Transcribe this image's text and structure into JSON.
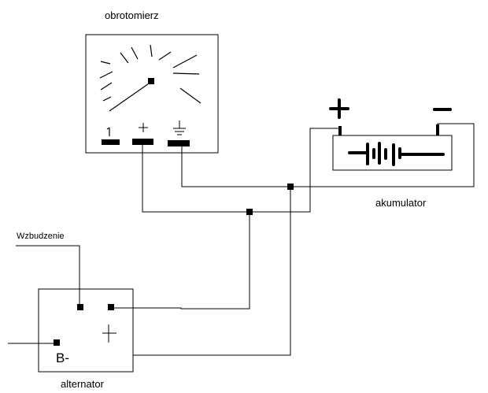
{
  "diagram": {
    "colors": {
      "line": "#000000",
      "background": "#ffffff"
    },
    "tachometer": {
      "title": "obrotomierz",
      "terminals": [
        {
          "symbol": "1",
          "meaning": "signal"
        },
        {
          "symbol": "+",
          "meaning": "positive"
        },
        {
          "symbol": "ground-symbol",
          "meaning": "ground"
        }
      ]
    },
    "battery": {
      "title": "akumulator",
      "plus_label": "+",
      "minus_label": "−"
    },
    "alternator": {
      "title": "alternator",
      "plus_label": "+",
      "b_minus_label": "B-"
    },
    "excitation": {
      "label": "Wzbudzenie"
    }
  }
}
